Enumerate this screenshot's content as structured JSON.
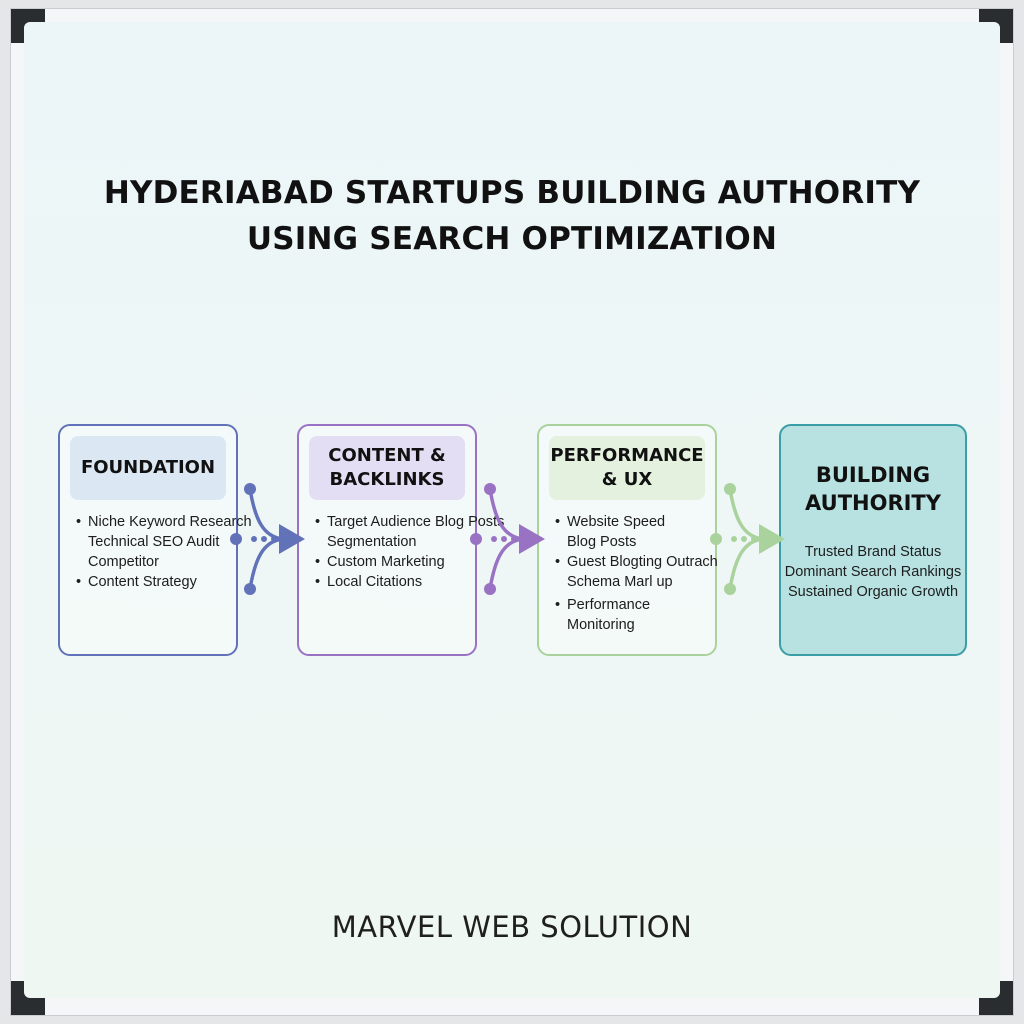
{
  "title": {
    "line1": "HYDERIABAD STARTUPS BUILDING AUTHORITY",
    "line2": "USING SEARCH OPTIMIZATION"
  },
  "stages": [
    {
      "heading": "FOUNDATION",
      "items": [
        "Niche Keyword Research",
        "Technical SEO Audit",
        "Competitor",
        "Content Strategy"
      ],
      "color": "#6272b8"
    },
    {
      "heading": "CONTENT & BACKLINKS",
      "items": [
        "Target Audience Blog Posts",
        "Segmentation",
        "Custom Marketing",
        "Local Citations"
      ],
      "color": "#9a72c4"
    },
    {
      "heading": "PERFORMANCE & UX",
      "items": [
        "Website Speed",
        "Blog Posts",
        "Guest Blogting Outrach",
        "Schema Marl up",
        "Performance",
        "Monitoring"
      ],
      "color": "#a9d29c"
    },
    {
      "heading": "BUILDING AUTHORITY",
      "items": [
        "Trusted Brand Status",
        "Dominant Search Rankings",
        "Sustained Organic Growth"
      ],
      "color": "#3a9ea5"
    }
  ],
  "footer": "MARVEL WEB SOLUTION"
}
